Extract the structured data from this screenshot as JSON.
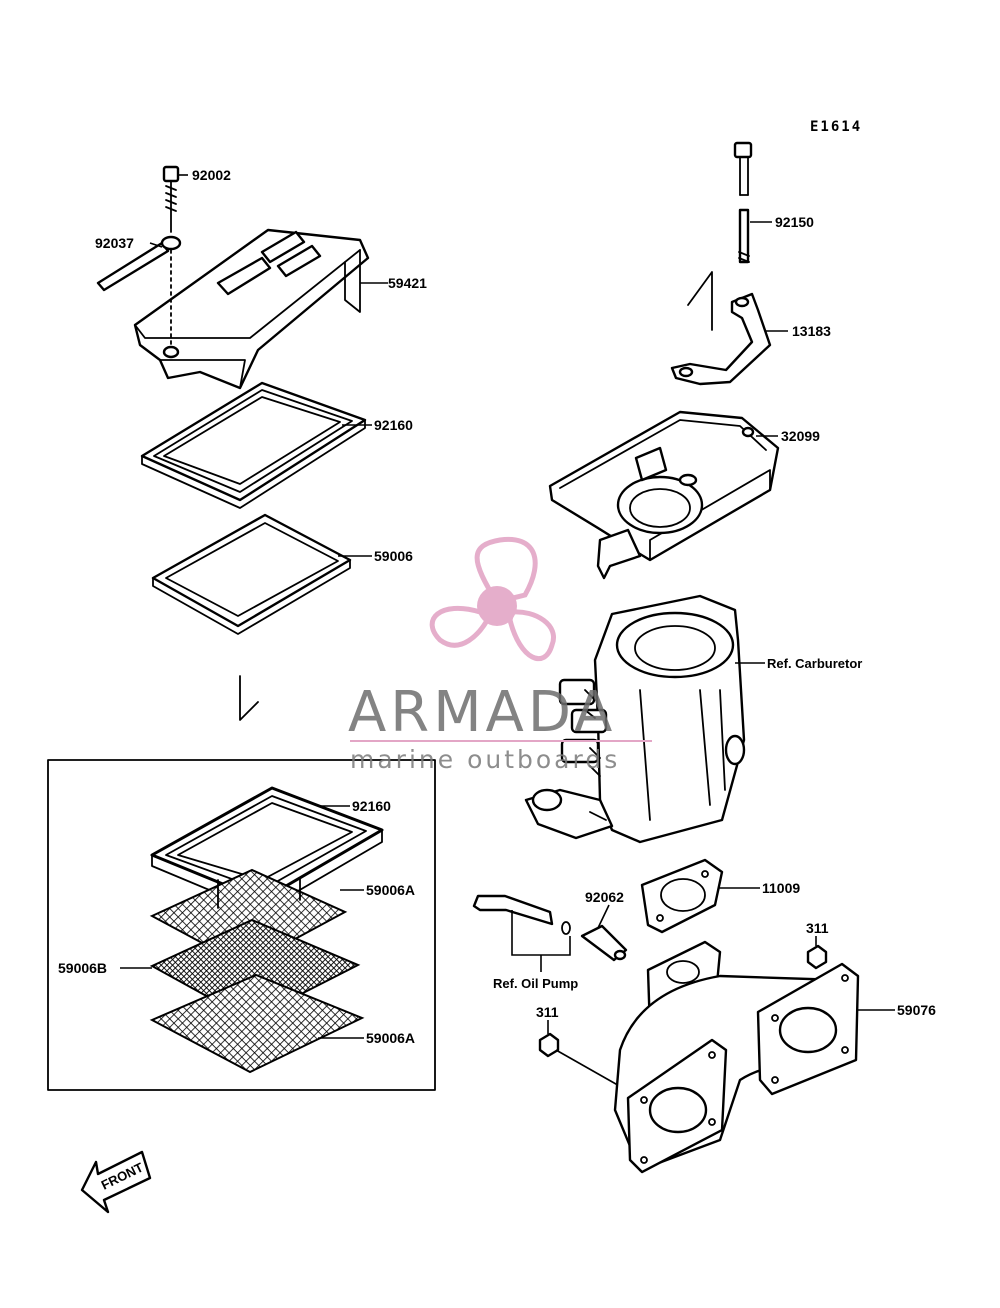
{
  "diagram_code": "E1614",
  "labels": {
    "p92002": "92002",
    "p92037": "92037",
    "p59421": "59421",
    "p92160_top": "92160",
    "p59006": "59006",
    "p92150": "92150",
    "p13183": "13183",
    "p32099": "32099",
    "ref_carburetor": "Ref. Carburetor",
    "p92160_box": "92160",
    "p59006A_top": "59006A",
    "p59006B": "59006B",
    "p59006A_bottom": "59006A",
    "p92062": "92062",
    "p11009": "11009",
    "p311_right": "311",
    "ref_oil_pump": "Ref. Oil Pump",
    "p311_left": "311",
    "p59076": "59076",
    "front": "FRONT"
  },
  "watermark": {
    "name": "ARMADA",
    "tagline": "marine outboards",
    "accent_color": "#e3a6c6",
    "accent_dark": "#d98ab6"
  },
  "colors": {
    "line": "#000000",
    "background": "#ffffff"
  }
}
